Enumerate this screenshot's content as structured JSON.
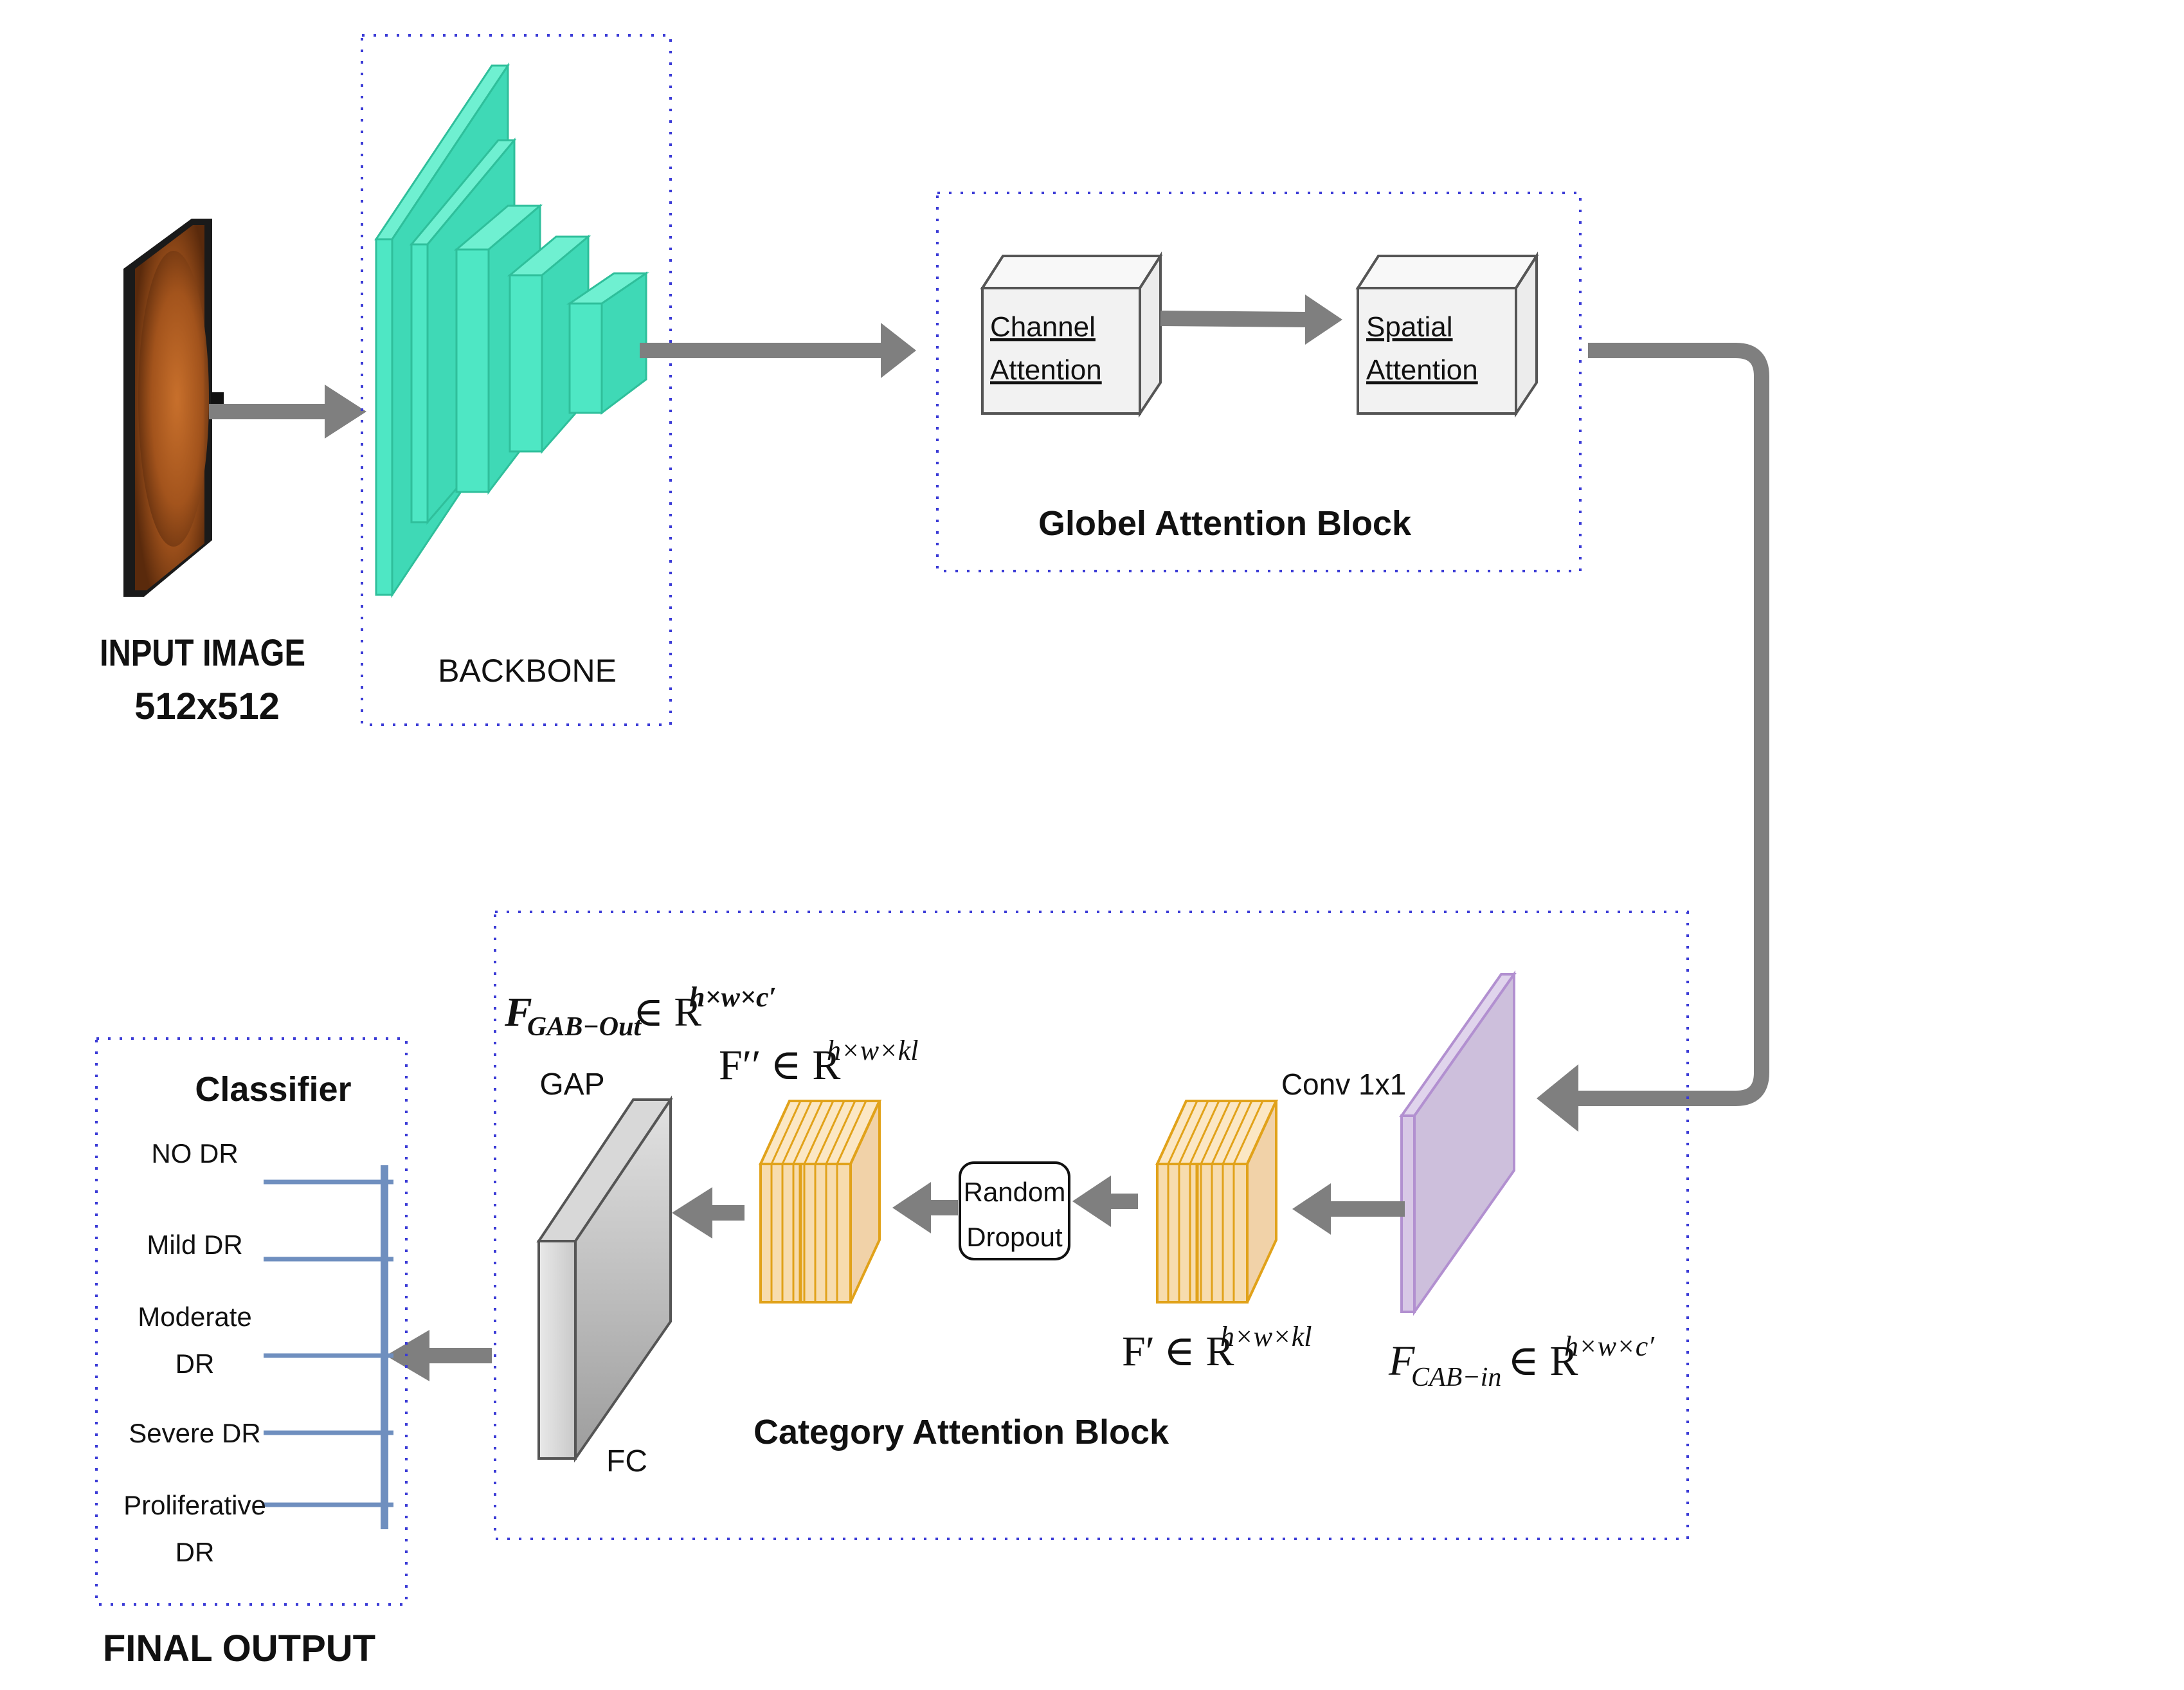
{
  "colors": {
    "arrow": "#7f7f7f",
    "dotted_border": "#3b3bd6",
    "backbone_fill": "#4ee7c4",
    "backbone_edge": "#2fbf9b",
    "feature_fill": "#f7dcae",
    "feature_edge": "#e1a21a",
    "conv_fill": "#cdbfdc",
    "conv_edge": "#b290d0",
    "fc_fill": "#cfcfcf",
    "classifier_line": "#6f8fbf"
  },
  "input": {
    "title": "INPUT IMAGE",
    "size": "512x512"
  },
  "backbone": {
    "label": "BACKBONE"
  },
  "global_attention": {
    "title": "Globel Attention Block",
    "channel_line1": "Channel",
    "channel_line2": "Attention",
    "spatial_line1": "Spatial",
    "spatial_line2": "Attention"
  },
  "category_attention": {
    "title": "Category Attention Block",
    "conv_label": "Conv 1x1",
    "gap_label": "GAP",
    "fc_label": "FC",
    "dropout_line1": "Random",
    "dropout_line2": "Dropout",
    "f_gab_out_symbol": "F",
    "f_gab_out_sub": "GAB−Out",
    "f_gab_out_rest": "∈ R",
    "f_gab_out_sup": "h×w×c′",
    "f2_symbol": "F′′",
    "f2_rest": "∈ R",
    "f2_sup": "h×w×kl",
    "f1_symbol": "F′",
    "f1_rest": "∈ R",
    "f1_sup": "h×w×kl",
    "f_cab_in_symbol": "F",
    "f_cab_in_sub": "CAB−in",
    "f_cab_in_rest": "∈ R",
    "f_cab_in_sup": "h×w×c′"
  },
  "classifier": {
    "title": "Classifier",
    "classes": [
      {
        "line1": "NO DR",
        "line2": ""
      },
      {
        "line1": "Mild DR",
        "line2": ""
      },
      {
        "line1": "Moderate",
        "line2": "DR"
      },
      {
        "line1": "Severe DR",
        "line2": ""
      },
      {
        "line1": "Proliferative",
        "line2": "DR"
      }
    ]
  },
  "final_output": {
    "label": "FINAL OUTPUT"
  }
}
